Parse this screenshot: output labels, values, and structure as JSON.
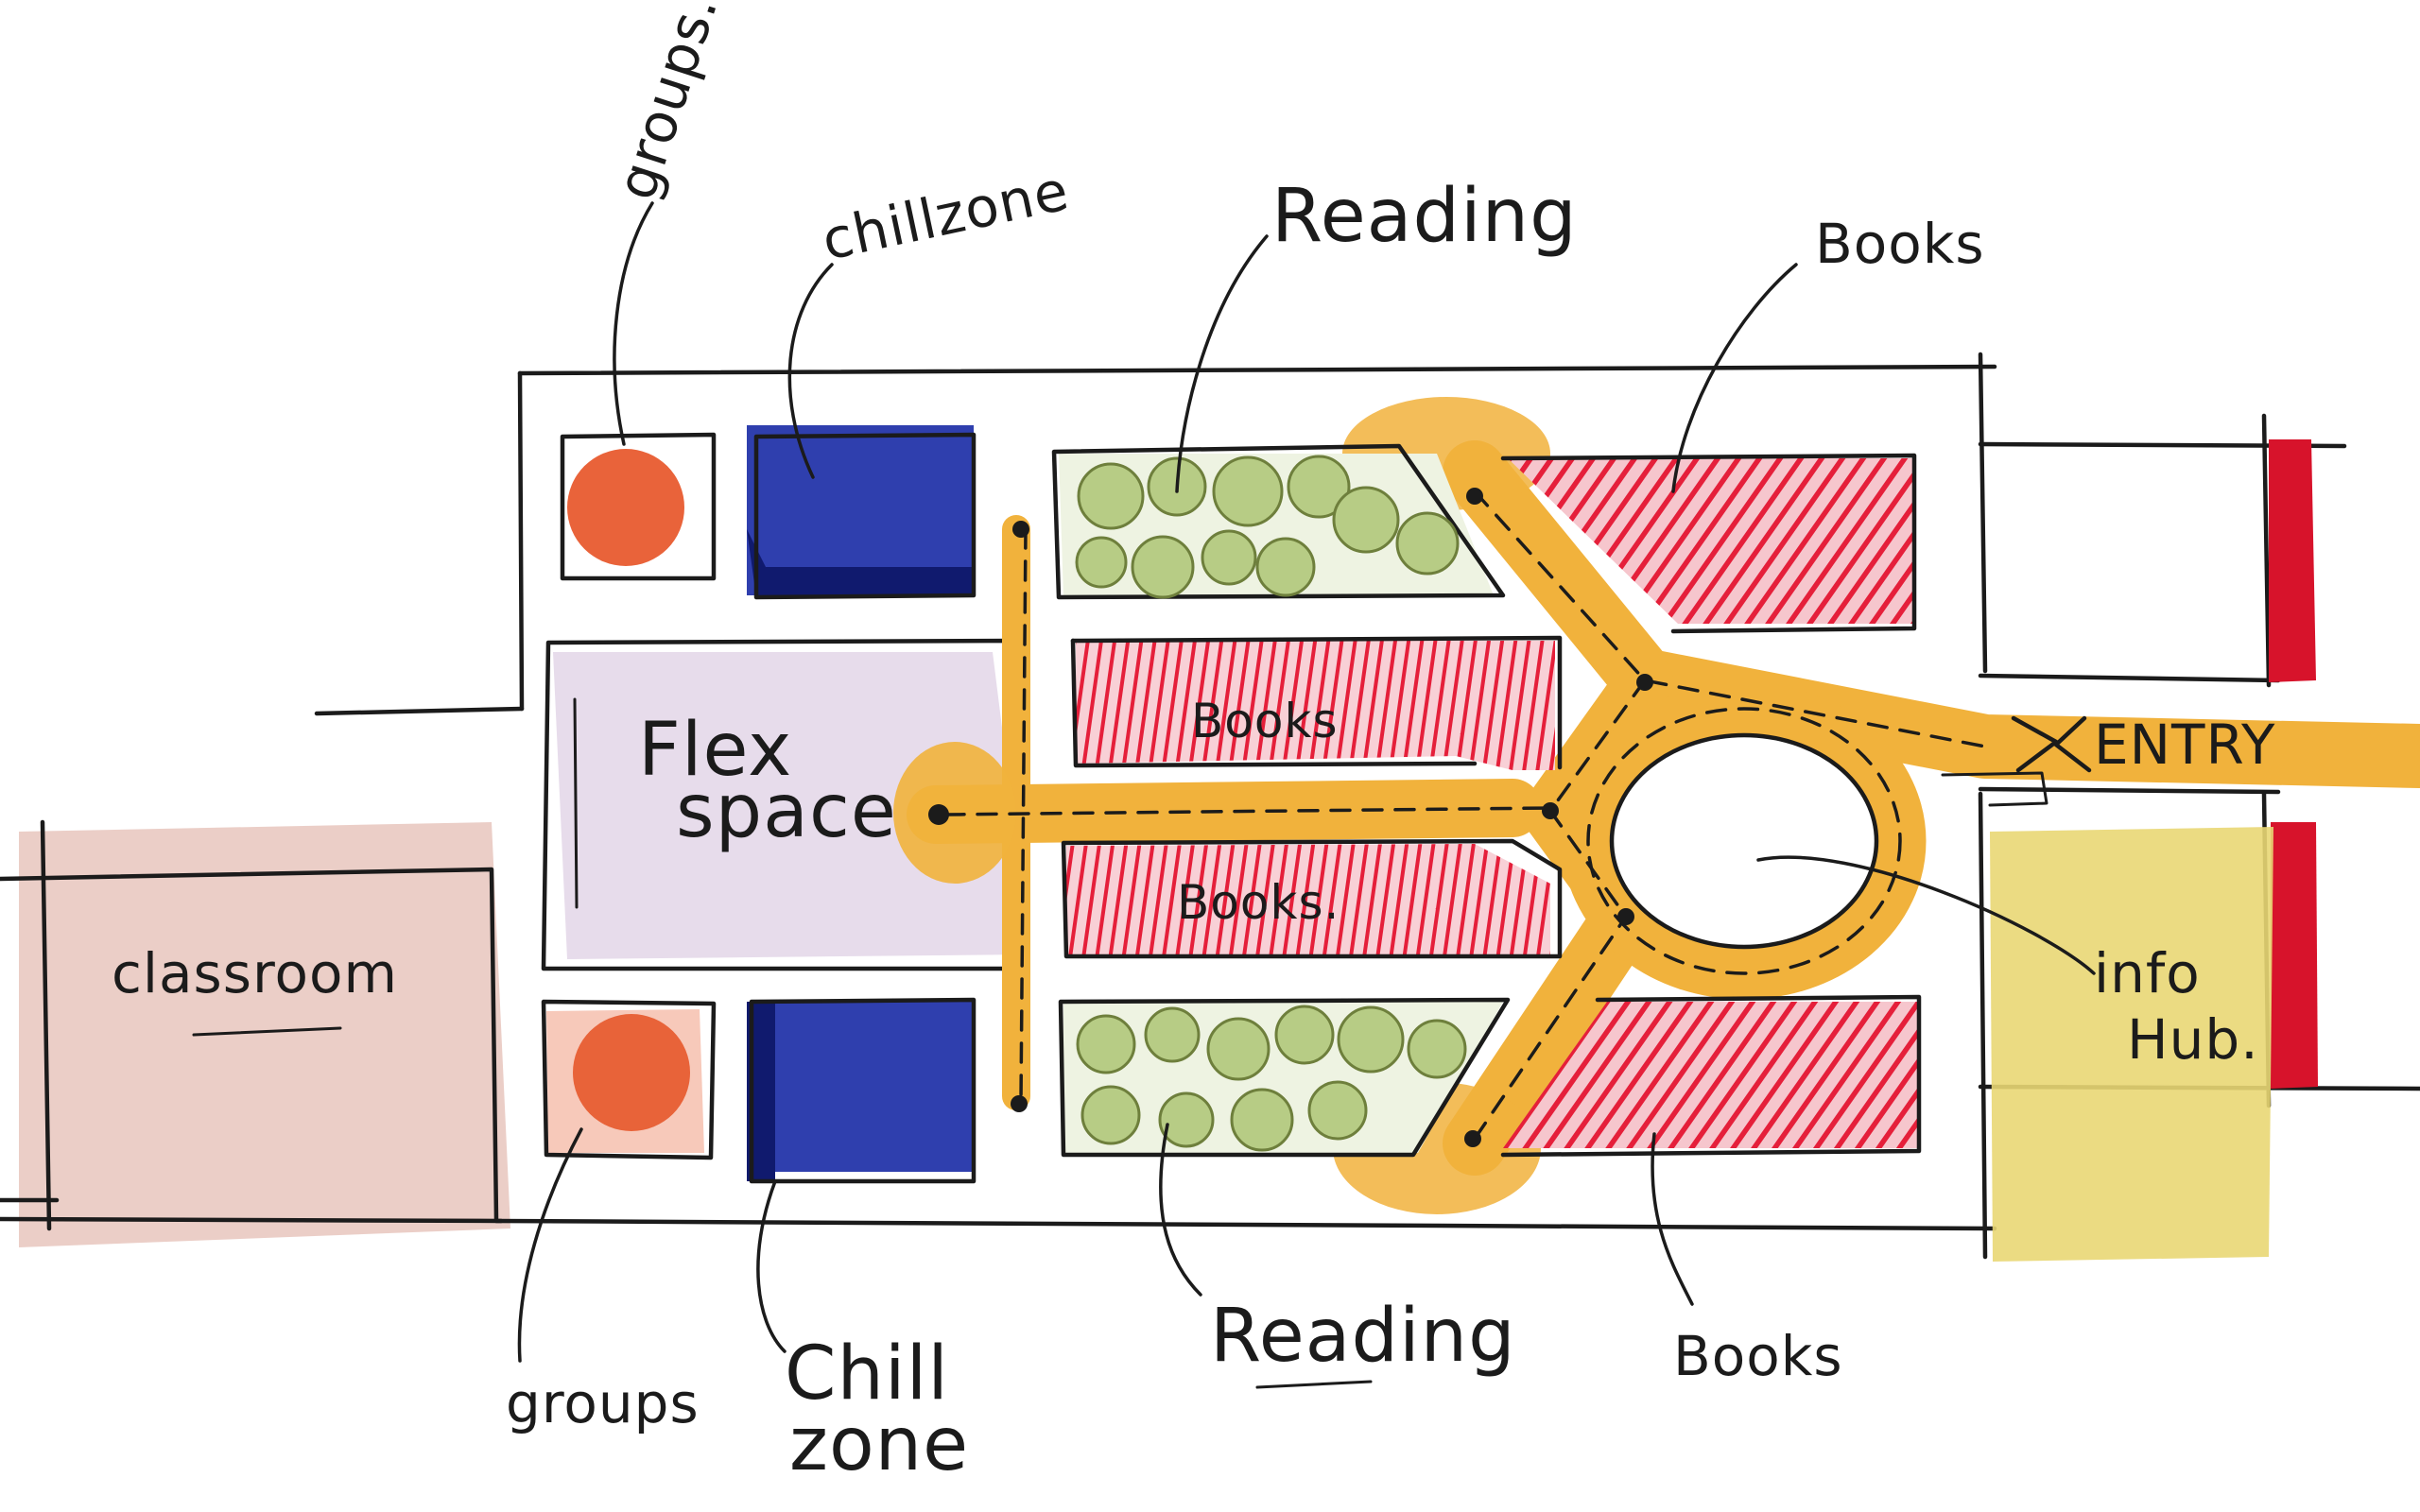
{
  "labels": {
    "groups_top": "groups.",
    "chill_zone_top": "chillzone",
    "reading_top": "Reading",
    "books_top": "Books",
    "flex_space_line1": "Flex",
    "flex_space_line2": "space",
    "books_inner_upper": "Books",
    "books_inner_lower": "Books.",
    "classroom": "classroom",
    "entry": "ENTRY",
    "info_hub_line1": "info",
    "info_hub_line2": "Hub.",
    "groups_bottom": "groups",
    "chill_zone_bottom_line1": "Chill",
    "chill_zone_bottom_line2": "zone",
    "reading_bottom": "Reading",
    "books_bottom": "Books"
  },
  "colors": {
    "ink": "#1b1b1b",
    "groups": "#e9633a",
    "chill_zone": "#2f3fae",
    "reading": "#b7cc85",
    "books": "#e51f3a",
    "circulation": "#f1b23c",
    "flex_space": "#e7dceb",
    "classroom": "#e8c6bd",
    "info_hub": "#e9d774",
    "accent_red": "#d7132b"
  }
}
